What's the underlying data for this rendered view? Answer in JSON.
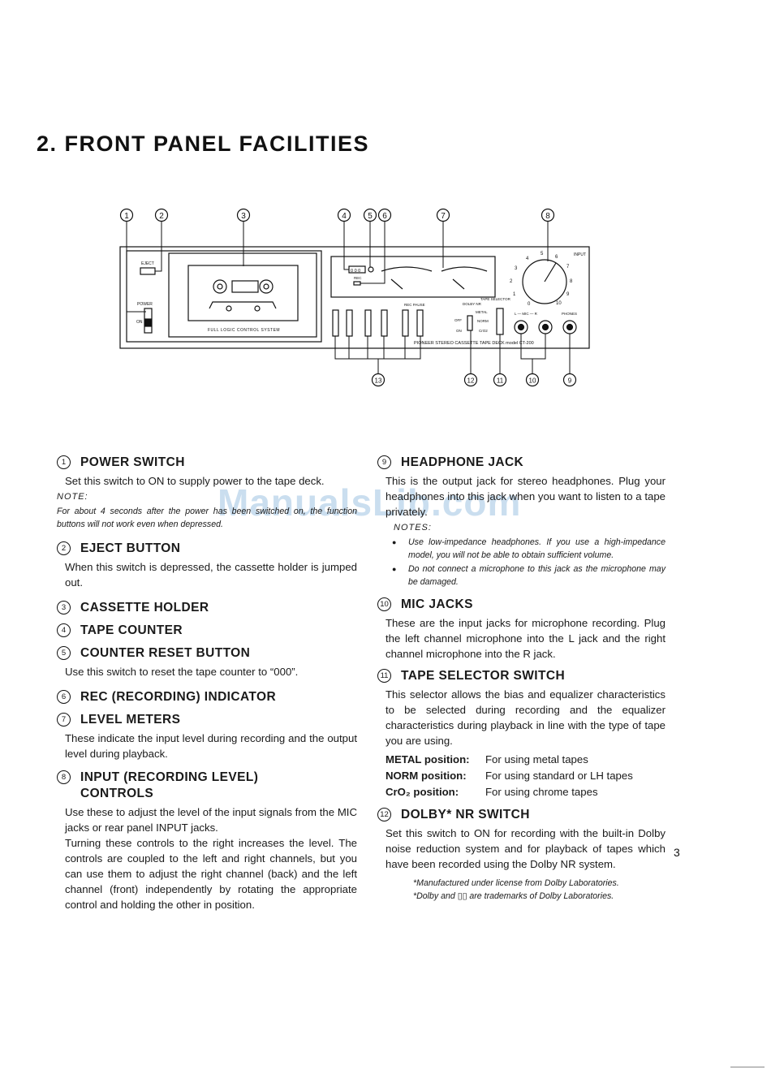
{
  "page": {
    "title": "2. FRONT PANEL FACILITIES",
    "page_number": "3",
    "watermark": "ManualsLib.com"
  },
  "diagram": {
    "callouts": [
      "1",
      "2",
      "3",
      "4",
      "5",
      "6",
      "7",
      "8",
      "13",
      "12",
      "11",
      "10",
      "9"
    ],
    "labels": {
      "eject": "EJECT",
      "power": "POWER",
      "on": "ON",
      "full_logic": "FULL LOGIC CONTROL SYSTEM",
      "counter": "0 0 0",
      "rec": "REC",
      "rec_pause": "REC PAUSE",
      "dolby_nr": "DOLBY NR",
      "off": "OFF",
      "on2": "ON",
      "tape_selector": "TAPE SELECTOR",
      "metal": "METAL",
      "norm": "NORM",
      "cro2": "CrO2",
      "mic": "L — MIC — R",
      "phones": "PHONES",
      "input": "INPUT",
      "brand": "PIONEER STEREO CASSETTE TAPE DECK model CT-200",
      "dial_marks": [
        "0",
        "1",
        "2",
        "3",
        "4",
        "5",
        "6",
        "7",
        "8",
        "9",
        "10"
      ]
    }
  },
  "left": {
    "s1": {
      "num": "1",
      "title": "POWER SWITCH",
      "body": "Set this switch to ON to supply power to the tape deck.",
      "note_label": "NOTE:",
      "note": "For about 4 seconds after the power has been switched on, the function buttons will not work even when depressed."
    },
    "s2": {
      "num": "2",
      "title": "EJECT BUTTON",
      "body": "When this switch is depressed, the cassette holder is jumped out."
    },
    "s3": {
      "num": "3",
      "title": "CASSETTE HOLDER"
    },
    "s4": {
      "num": "4",
      "title": "TAPE COUNTER"
    },
    "s5": {
      "num": "5",
      "title": "COUNTER RESET BUTTON",
      "body": "Use this switch to reset the tape counter to “000”."
    },
    "s6": {
      "num": "6",
      "title": "REC (RECORDING) INDICATOR"
    },
    "s7": {
      "num": "7",
      "title": "LEVEL METERS",
      "body": "These indicate the input level during recording and the output level during playback."
    },
    "s8": {
      "num": "8",
      "title": "INPUT (RECORDING LEVEL)\nCONTROLS",
      "body1": "Use these to adjust the level of the input signals from the MIC jacks or rear panel INPUT jacks.",
      "body2": "Turning these controls to the right increases the level. The controls are coupled to the left and right channels, but you can use them to adjust the right channel (back) and the left channel (front) independently by rotating the appropriate control and holding the other in position."
    }
  },
  "right": {
    "s9": {
      "num": "9",
      "title": "HEADPHONE JACK",
      "body": "This is the output jack for stereo headphones. Plug your headphones into this jack when you want to listen to a tape privately.",
      "notes_label": "NOTES:",
      "notes": [
        "Use low-impedance headphones. If you use a high-impedance model, you will not be able to obtain sufficient volume.",
        "Do not connect a microphone to this jack as the microphone may be damaged."
      ]
    },
    "s10": {
      "num": "10",
      "title": "MIC JACKS",
      "body": "These are the input jacks for microphone recording. Plug the left channel microphone into the L jack and the right channel microphone into the R jack."
    },
    "s11": {
      "num": "11",
      "title": "TAPE SELECTOR SWITCH",
      "body": "This selector allows the bias and equalizer characteristics to be selected during recording and the equalizer characteristics during playback in line with the type of tape you are using.",
      "positions": [
        {
          "key": "METAL position:",
          "value": "For using metal tapes"
        },
        {
          "key": "NORM position:",
          "value": "For using standard or LH tapes"
        },
        {
          "key": "CrO₂ position:",
          "value": "For using chrome tapes"
        }
      ]
    },
    "s12": {
      "num": "12",
      "title": "DOLBY* NR SWITCH",
      "body": "Set this switch to ON for recording with the built-in Dolby noise reduction system and for playback of tapes which have been recorded using the Dolby NR system.",
      "footnote1": "*Manufactured under license from Dolby Laboratories.",
      "footnote2": "*Dolby and ▯▯ are trademarks of Dolby Laboratories."
    }
  }
}
